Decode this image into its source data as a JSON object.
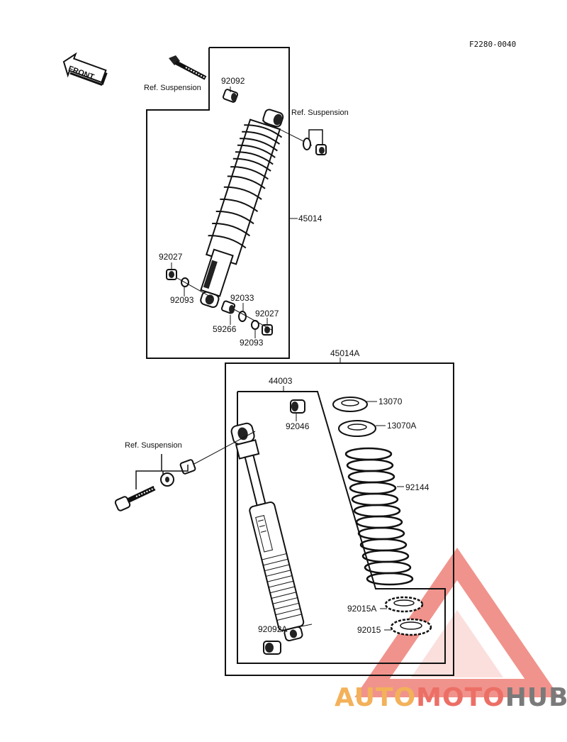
{
  "code": "F2280-0040",
  "front_badge": "FRONT",
  "ref_label_1": "Ref. Suspension",
  "ref_label_2": "Ref. Suspension",
  "ref_label_3": "Ref. Suspension",
  "parts": {
    "p92092": "92092",
    "p45014": "45014",
    "p92027a": "92027",
    "p92093a": "92093",
    "p92033": "92033",
    "p92027b": "92027",
    "p59266": "59266",
    "p92093b": "92093",
    "p45014A": "45014A",
    "p44003": "44003",
    "p92046": "92046",
    "p13070": "13070",
    "p13070A": "13070A",
    "p92144": "92144",
    "p92015A": "92015A",
    "p92015": "92015",
    "p92092A": "92092A"
  },
  "watermark": {
    "part1": "AUTO",
    "part2": "MOTO",
    "part3": "HUB"
  },
  "colors": {
    "line": "#111111",
    "watermark_red": "#ec6f66",
    "watermark_orange": "#f3b15a",
    "watermark_gray": "#7a7a7a"
  }
}
